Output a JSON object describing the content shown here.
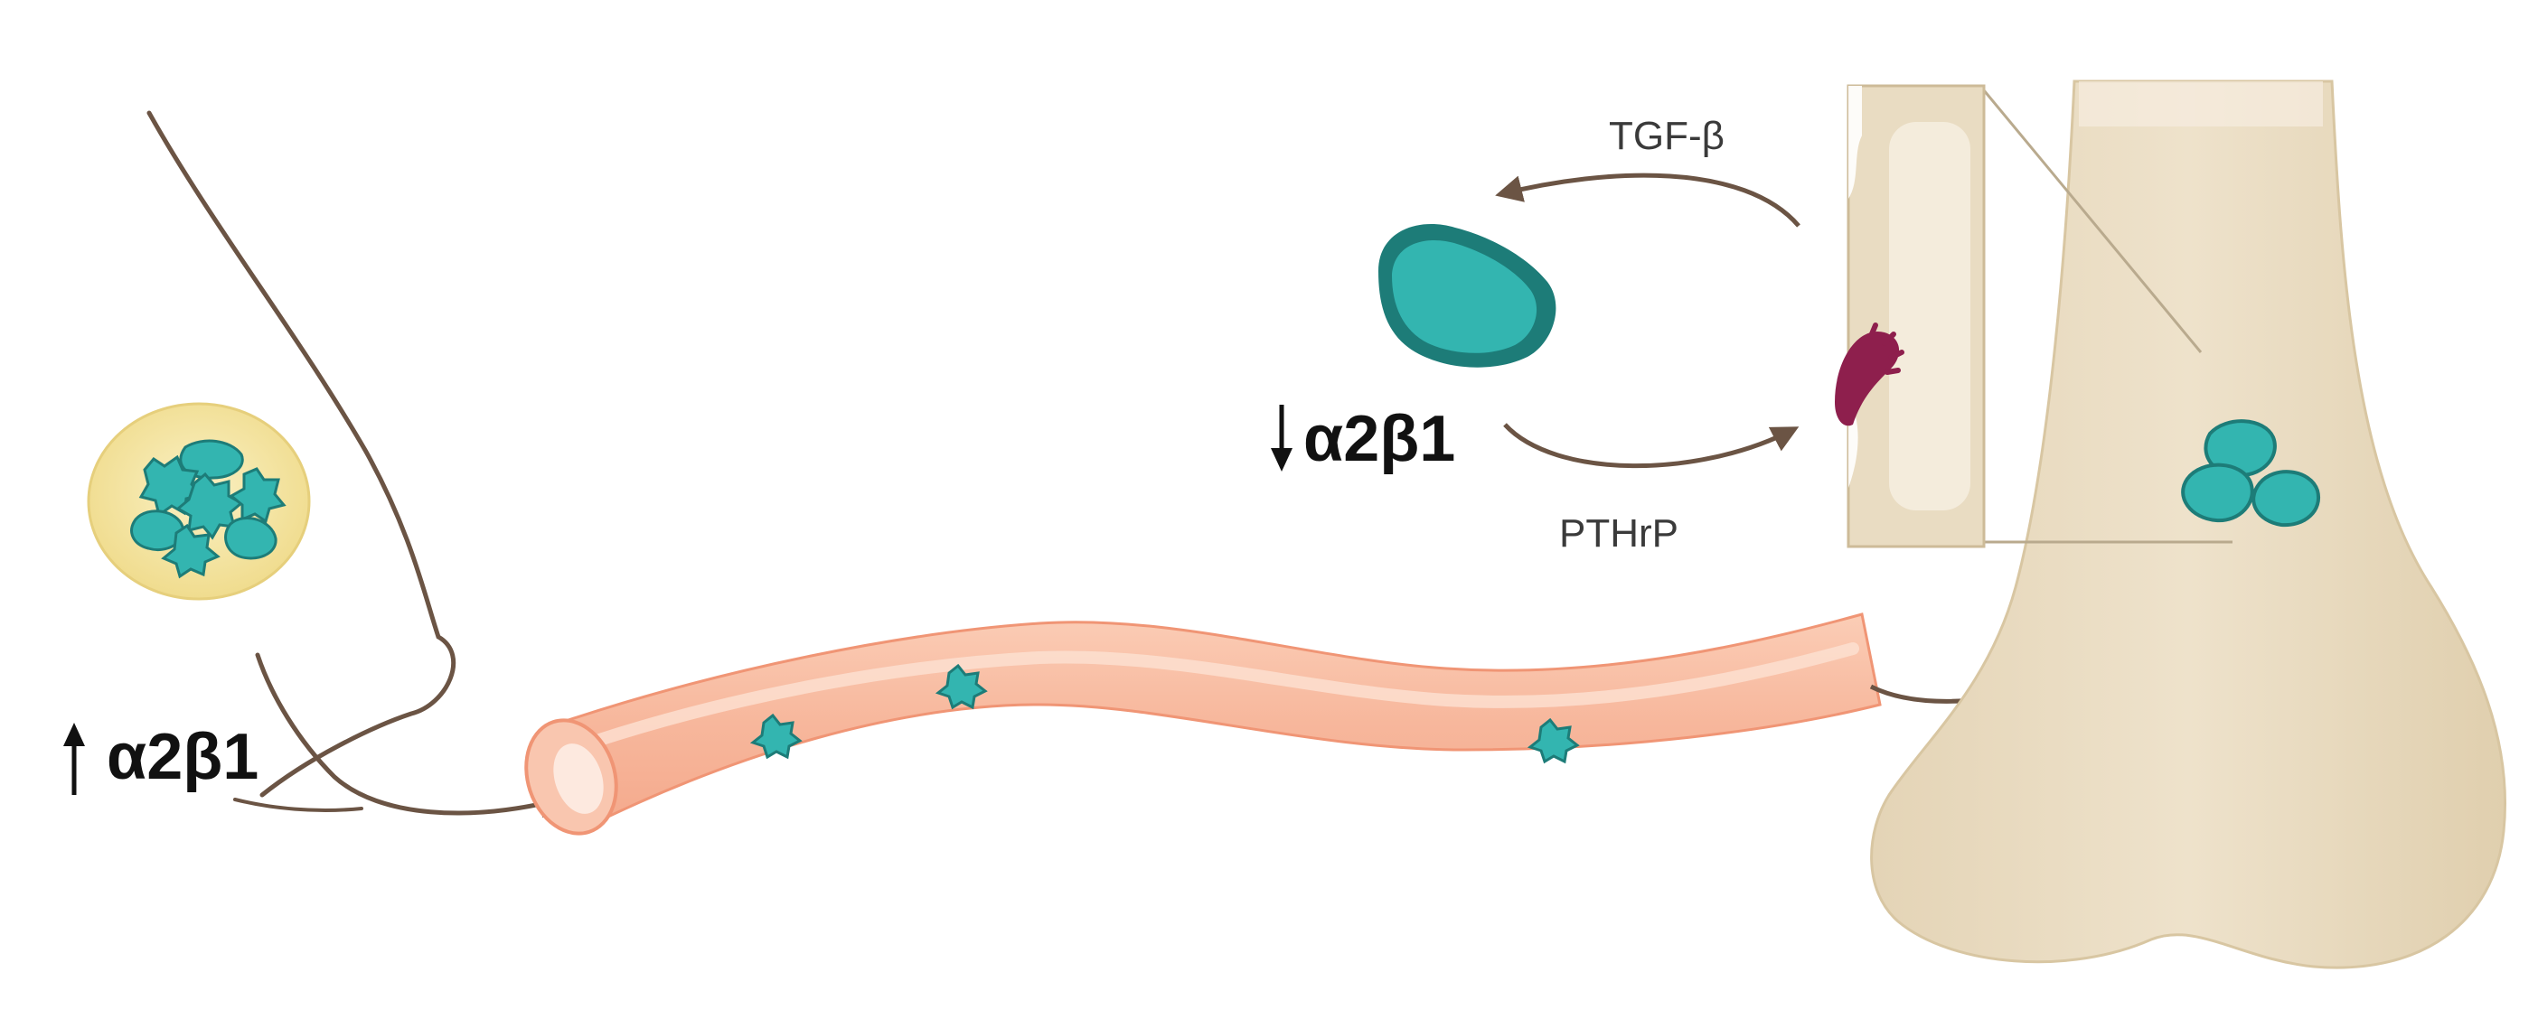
{
  "labels": {
    "primary_integrin": "α2β1",
    "primary_integrin_change": "↑",
    "bone_integrin": "α2β1",
    "bone_integrin_change": "↓",
    "signal_to_tumor": "TGF-β",
    "signal_to_bone": "PTHrP"
  },
  "colors": {
    "tumor_cell": "#33b5b0",
    "tumor_cell_outline": "#1d7c78",
    "vessel": "#f6b7a0",
    "bone": "#e9dcc2",
    "arrow": "#6b5444",
    "osteoclast": "#8e1f4d",
    "breast_outline": "#6b5444",
    "duct": "#f3e5a2"
  },
  "icons": [
    "breast-outline-icon",
    "duct-icon",
    "blood-vessel-icon",
    "bone-icon",
    "osteoclast-icon",
    "tumor-cell-icon"
  ]
}
